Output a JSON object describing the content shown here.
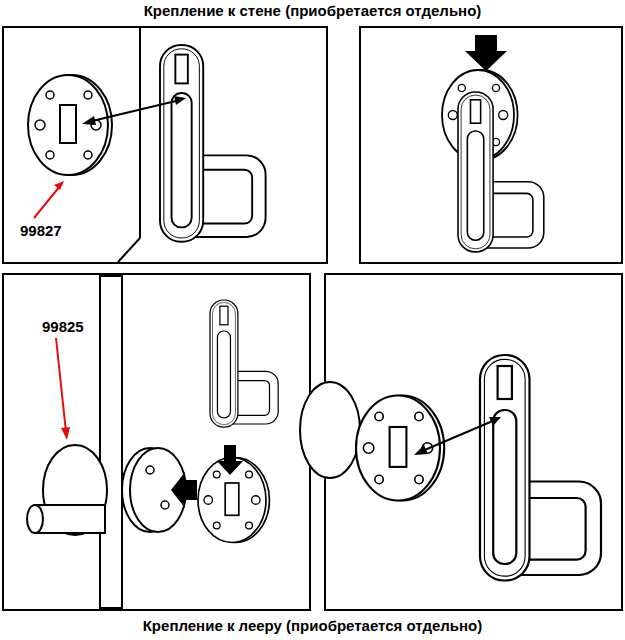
{
  "diagram": {
    "title": "Крепление к стене (приобретается отдельно)",
    "caption": "Крепление к лееру (приобретается отдельно)",
    "labels": [
      "99827",
      "99825"
    ]
  }
}
